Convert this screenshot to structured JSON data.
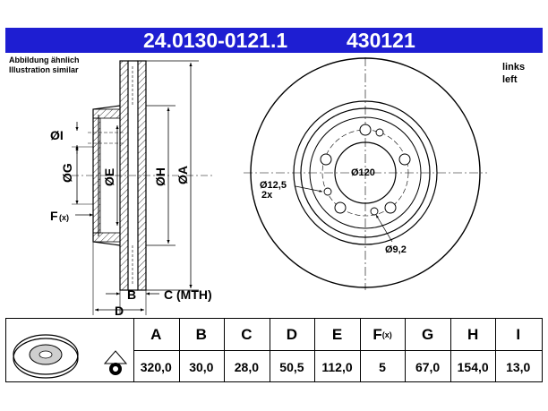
{
  "header": {
    "part_number": "24.0130-0121.1",
    "short_number": "430121",
    "color": "#1e1ed2"
  },
  "notes": {
    "de": "Abbildung ähnlich",
    "en": "Illustration similar"
  },
  "front_view": {
    "side_de": "links",
    "side_en": "left",
    "bolt_circle": "Ø120",
    "hole_label": "Ø12,5",
    "hole_count": "2x",
    "small_hole": "Ø9,2"
  },
  "side_view": {
    "dim_I": "ØI",
    "dim_G": "ØG",
    "dim_E": "ØE",
    "dim_H": "ØH",
    "dim_A": "ØA",
    "dim_F": "F",
    "dim_F_sub": "(x)",
    "dim_B": "B",
    "dim_C": "C (MTH)",
    "dim_D": "D"
  },
  "table": {
    "icon": "brake-disc-icon",
    "columns": [
      {
        "header": "A",
        "value": "320,0"
      },
      {
        "header": "B",
        "value": "30,0"
      },
      {
        "header": "C",
        "value": "28,0"
      },
      {
        "header": "D",
        "value": "50,5"
      },
      {
        "header": "E",
        "value": "112,0"
      },
      {
        "header": "F",
        "header_sub": "(x)",
        "value": "5"
      },
      {
        "header": "G",
        "value": "67,0"
      },
      {
        "header": "H",
        "value": "154,0"
      },
      {
        "header": "I",
        "value": "13,0"
      }
    ]
  }
}
